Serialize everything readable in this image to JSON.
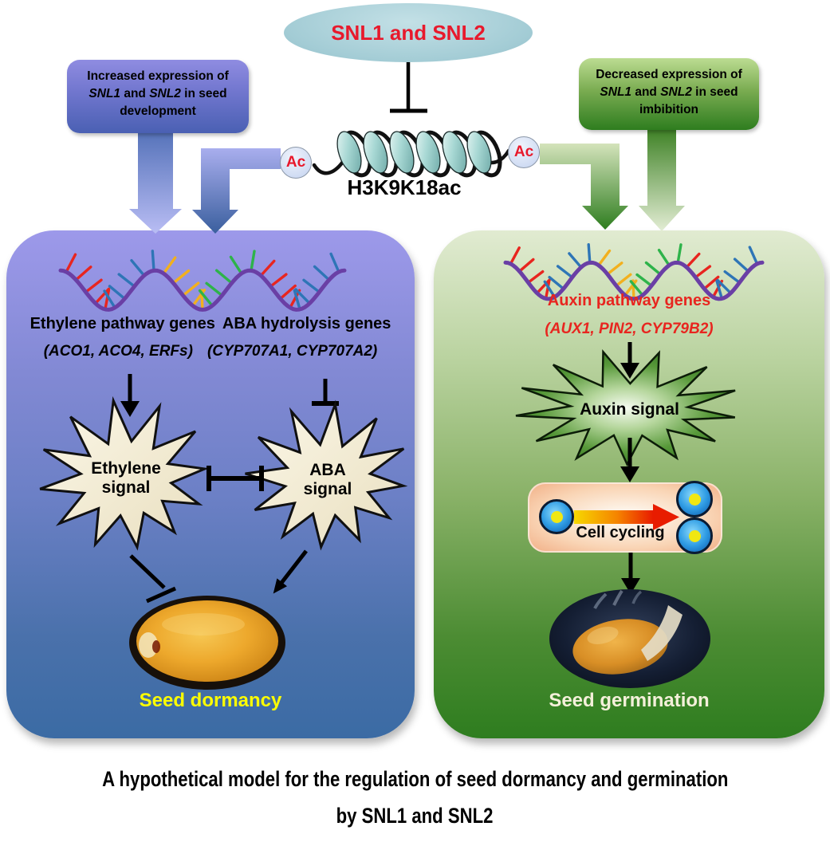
{
  "header": {
    "snl_label": "SNL1 and SNL2",
    "left_box": {
      "line1": "Increased expression of",
      "gene1": "SNL1",
      "conj": "and",
      "gene2": "SNL2",
      "tail": "in seed",
      "line3": "development"
    },
    "right_box": {
      "line1": "Decreased expression of",
      "gene1": "SNL1",
      "conj": "and",
      "gene2": "SNL2",
      "tail": "in seed",
      "line3": "imbibition"
    },
    "ac_left": "Ac",
    "ac_right": "Ac",
    "histone_mark": "H3K9K18ac"
  },
  "dormancy_panel": {
    "heading_ethylene": "Ethylene pathway genes",
    "heading_aba": "ABA hydrolysis genes",
    "genes_ethylene": "(ACO1, ACO4, ERFs)",
    "genes_aba": "(CYP707A1, CYP707A2)",
    "star_ethylene_line1": "Ethylene",
    "star_ethylene_line2": "signal",
    "star_aba_line1": "ABA",
    "star_aba_line2": "signal",
    "outcome": "Seed dormancy"
  },
  "germination_panel": {
    "heading_auxin": "Auxin pathway genes",
    "genes_auxin": "(AUX1, PIN2, CYP79B2)",
    "star_auxin": "Auxin signal",
    "cell_label": "Cell cycling",
    "outcome": "Seed germination"
  },
  "caption": {
    "line1": "A hypothetical model for the regulation of seed dormancy and germination",
    "line2": "by SNL1 and SNL2"
  },
  "colors": {
    "accent_red": "#e8192c",
    "dormancy_text": "#fdfd00",
    "germination_text": "#f4f0da",
    "panel_blue_top": "#9d99ea",
    "panel_blue_bottom": "#3b6ba4",
    "panel_green_top": "#e1ebd1",
    "panel_green_bottom": "#2e7d1f",
    "ellipse_fill": "#a3ccd5"
  }
}
